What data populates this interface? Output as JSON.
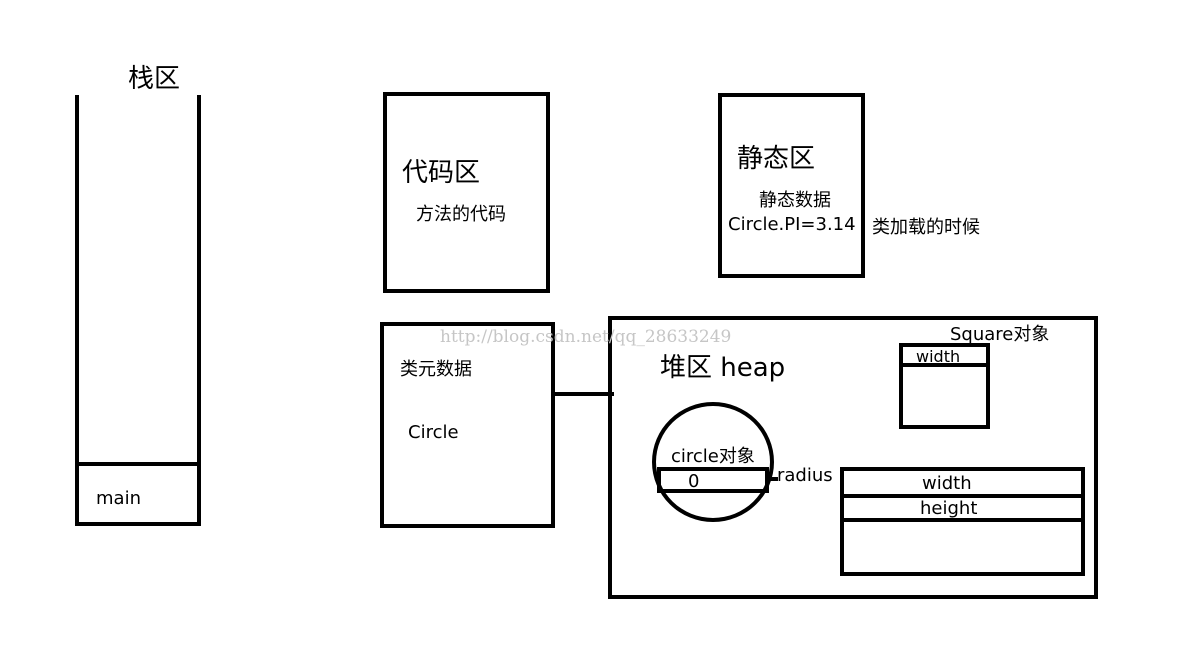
{
  "stack": {
    "title": "栈区",
    "frame_label": "main"
  },
  "code_area": {
    "title": "代码区",
    "desc": "方法的代码"
  },
  "static_area": {
    "title": "静态区",
    "desc": "静态数据",
    "value": "Circle.PI=3.14",
    "note": "类加载的时候"
  },
  "class_meta": {
    "title": "类元数据",
    "class_name": "Circle"
  },
  "heap": {
    "title": "堆区 heap",
    "circle_object": {
      "label": "circle对象",
      "field_value": "0",
      "field_name": "radius"
    },
    "square_object": {
      "label": "Square对象",
      "field": "width"
    },
    "rect_object": {
      "fields": [
        "width",
        "height"
      ]
    }
  },
  "watermark": "http://blog.csdn.net/qq_28633249"
}
